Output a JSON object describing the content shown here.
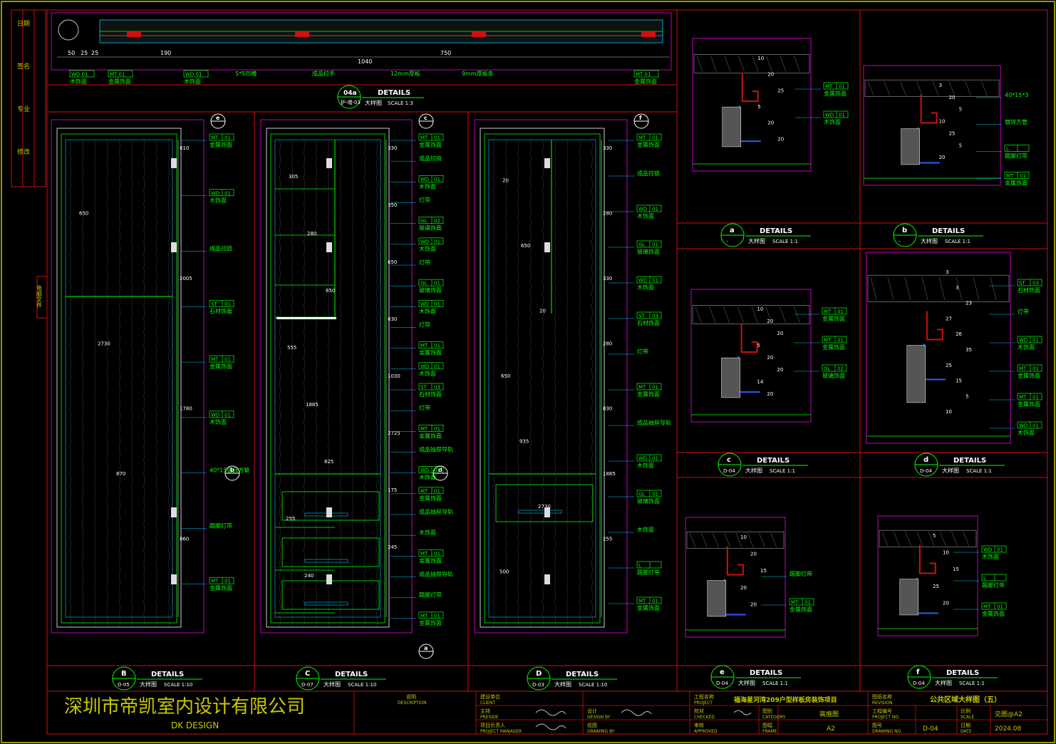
{
  "colors": {
    "frame": "#c8c800",
    "grid": "#d01010",
    "panel": "#c000c0",
    "wood": "#c0c0c0",
    "label": "#00ff00",
    "dim": "#a0ff40",
    "white": "#ffffff",
    "cyan": "#00c8ff",
    "company": "#c8c800"
  },
  "left_strip": [
    "日期",
    "签名",
    "专业",
    "修改"
  ],
  "side_note": "电脑文件",
  "top_plan": {
    "dims": [
      "50",
      "25",
      "25",
      "190",
      "1040",
      "750"
    ],
    "tags": [
      {
        "code": "WD",
        "num": "01",
        "text": "木饰面"
      },
      {
        "code": "MT",
        "num": "01",
        "text": "金属饰面"
      },
      {
        "code": "WD",
        "num": "01",
        "text": "木饰面"
      },
      {
        "code": "MT",
        "num": "01",
        "text": "金属饰面"
      }
    ],
    "notes": [
      "5*5凹槽",
      "成品拉手",
      "12mm厚板",
      "9mm厚板条"
    ],
    "detail_no": "04a",
    "detail_ref": "护-墙-03",
    "detail_title": "DETAILS",
    "detail_sub": "大样图",
    "scale": "SCALE  1:3"
  },
  "elevations": [
    {
      "letter": "B",
      "ref": "D-05",
      "title": "DETAILS",
      "sub": "大样图",
      "scale": "SCALE  1:10",
      "dims": [
        "610",
        "650",
        "2005",
        "2730",
        "1780",
        "870",
        "860"
      ],
      "tags": [
        {
          "code": "MT",
          "num": "01",
          "text": "金属饰面"
        },
        {
          "code": "WD",
          "num": "01",
          "text": "木饰面"
        },
        {
          "code": "",
          "num": "",
          "text": "成品铰链"
        },
        {
          "code": "ST",
          "num": "01",
          "text": "石材饰面"
        },
        {
          "code": "MT",
          "num": "01",
          "text": "金属饰面"
        },
        {
          "code": "WD",
          "num": "01",
          "text": "木饰面"
        },
        {
          "code": "",
          "num": "",
          "text": "40*15镀锌方管"
        },
        {
          "code": "",
          "num": "",
          "text": "踢脚灯带"
        },
        {
          "code": "MT",
          "num": "01",
          "text": "金属饰面"
        }
      ],
      "callouts": [
        "e",
        "b"
      ]
    },
    {
      "letter": "C",
      "ref": "D-07",
      "title": "DETAILS",
      "sub": "大样图",
      "scale": "SCALE  1:10",
      "dims": [
        "330",
        "305",
        "350",
        "280",
        "650",
        "650",
        "630",
        "555",
        "1030",
        "1885",
        "2725",
        "825",
        "175",
        "255",
        "245",
        "240"
      ],
      "tags": [
        {
          "code": "MT",
          "num": "01",
          "text": "金属饰面"
        },
        {
          "code": "",
          "num": "",
          "text": "成品铰链"
        },
        {
          "code": "WD",
          "num": "01",
          "text": "木饰面"
        },
        {
          "code": "",
          "num": "",
          "text": "灯带"
        },
        {
          "code": "GL",
          "num": "02",
          "text": "玻璃饰面"
        },
        {
          "code": "WD",
          "num": "01",
          "text": "木饰面"
        },
        {
          "code": "",
          "num": "",
          "text": "灯带"
        },
        {
          "code": "GL",
          "num": "01",
          "text": "玻璃饰面"
        },
        {
          "code": "WD",
          "num": "01",
          "text": "木饰面"
        },
        {
          "code": "",
          "num": "",
          "text": "灯带"
        },
        {
          "code": "MT",
          "num": "01",
          "text": "金属饰面"
        },
        {
          "code": "WD",
          "num": "01",
          "text": "木饰面"
        },
        {
          "code": "ST",
          "num": "03",
          "text": "石材饰面"
        },
        {
          "code": "",
          "num": "",
          "text": "灯带"
        },
        {
          "code": "MT",
          "num": "01",
          "text": "金属饰面"
        },
        {
          "code": "",
          "num": "",
          "text": "成品抽屉导轨"
        },
        {
          "code": "WD",
          "num": "01",
          "text": "木饰面"
        },
        {
          "code": "MT",
          "num": "01",
          "text": "金属饰面"
        },
        {
          "code": "",
          "num": "",
          "text": "成品抽屉导轨"
        },
        {
          "code": "",
          "num": "",
          "text": "木饰面"
        },
        {
          "code": "MT",
          "num": "01",
          "text": "金属饰面"
        },
        {
          "code": "",
          "num": "",
          "text": "成品抽屉导轨"
        },
        {
          "code": "",
          "num": "",
          "text": "踢脚灯带"
        },
        {
          "code": "MT",
          "num": "01",
          "text": "金属饰面"
        }
      ],
      "callouts": [
        "c",
        "d",
        "a"
      ]
    },
    {
      "letter": "D",
      "ref": "D-03",
      "title": "DETAILS",
      "sub": "大样图",
      "scale": "SCALE  1:10",
      "dims": [
        "330",
        "20",
        "280",
        "650",
        "330",
        "20",
        "280",
        "650",
        "830",
        "935",
        "1885",
        "2730",
        "255",
        "500"
      ],
      "tags": [
        {
          "code": "MT",
          "num": "01",
          "text": "金属饰面"
        },
        {
          "code": "",
          "num": "",
          "text": "成品铰链"
        },
        {
          "code": "WD",
          "num": "01",
          "text": "木饰面"
        },
        {
          "code": "GL",
          "num": "01",
          "text": "玻璃饰面"
        },
        {
          "code": "WD",
          "num": "01",
          "text": "木饰面"
        },
        {
          "code": "ST",
          "num": "03",
          "text": "石材饰面"
        },
        {
          "code": "",
          "num": "",
          "text": "灯带"
        },
        {
          "code": "MT",
          "num": "01",
          "text": "金属饰面"
        },
        {
          "code": "",
          "num": "",
          "text": "成品抽屉导轨"
        },
        {
          "code": "WD",
          "num": "01",
          "text": "木饰面"
        },
        {
          "code": "GL",
          "num": "01",
          "text": "玻璃饰面"
        },
        {
          "code": "",
          "num": "",
          "text": "木饰面"
        },
        {
          "code": "L",
          "num": "",
          "text": "踢脚灯带"
        },
        {
          "code": "MT",
          "num": "01",
          "text": "金属饰面"
        }
      ],
      "callouts": [
        "f"
      ]
    }
  ],
  "details": [
    {
      "letter": "a",
      "ref": "-",
      "title": "DETAILS",
      "sub": "大样图",
      "scale": "SCALE  1:1",
      "dims": [
        "10",
        "20",
        "25",
        "5",
        "20",
        "20"
      ],
      "tags": [
        {
          "code": "MT",
          "num": "01",
          "text": "金属饰面"
        },
        {
          "code": "WD",
          "num": "01",
          "text": "木饰面"
        }
      ]
    },
    {
      "letter": "b",
      "ref": "-",
      "title": "DETAILS",
      "sub": "大样图",
      "scale": "SCALE  1:1",
      "dims": [
        "3",
        "20",
        "5",
        "10",
        "25",
        "5",
        "20"
      ],
      "tags": [
        {
          "code": "",
          "num": "",
          "text": "40*15*3"
        },
        {
          "code": "",
          "num": "",
          "text": "镀锌方管"
        },
        {
          "code": "L",
          "num": "",
          "text": "踢脚灯带"
        },
        {
          "code": "MT",
          "num": "01",
          "text": "金属饰面"
        }
      ]
    },
    {
      "letter": "c",
      "ref": "D-04",
      "title": "DETAILS",
      "sub": "大样图",
      "scale": "SCALE  1:1",
      "dims": [
        "10",
        "20",
        "20",
        "5",
        "20",
        "20",
        "14",
        "20"
      ],
      "tags": [
        {
          "code": "MT",
          "num": "01",
          "text": "金属饰面"
        },
        {
          "code": "MT",
          "num": "01",
          "text": "金属饰面"
        },
        {
          "code": "GL",
          "num": "02",
          "text": "玻璃饰面"
        }
      ]
    },
    {
      "letter": "d",
      "ref": "D-04",
      "title": "DETAILS",
      "sub": "大样图",
      "scale": "SCALE  1:1",
      "dims": [
        "3",
        "3",
        "23",
        "27",
        "26",
        "35",
        "25",
        "15",
        "5",
        "10"
      ],
      "tags": [
        {
          "code": "ST",
          "num": "03",
          "text": "石材饰面"
        },
        {
          "code": "",
          "num": "",
          "text": "灯带"
        },
        {
          "code": "WD",
          "num": "01",
          "text": "木饰面"
        },
        {
          "code": "MT",
          "num": "01",
          "text": "金属饰面"
        },
        {
          "code": "MT",
          "num": "01",
          "text": "金属饰面"
        },
        {
          "code": "WD",
          "num": "01",
          "text": "木饰面"
        }
      ]
    },
    {
      "letter": "e",
      "ref": "D-04",
      "title": "DETAILS",
      "sub": "大样图",
      "scale": "SCALE  1:1",
      "dims": [
        "10",
        "20",
        "15",
        "20",
        "20"
      ],
      "tags": [
        {
          "code": "",
          "num": "",
          "text": "踢脚灯带"
        },
        {
          "code": "MT",
          "num": "01",
          "text": "金属饰面"
        }
      ]
    },
    {
      "letter": "f",
      "ref": "D-04",
      "title": "DETAILS",
      "sub": "大样图",
      "scale": "SCALE  1:1",
      "dims": [
        "5",
        "10",
        "15",
        "25",
        "20"
      ],
      "tags": [
        {
          "code": "WD",
          "num": "01",
          "text": "木饰面"
        },
        {
          "code": "L",
          "num": "",
          "text": "踢脚灯带"
        },
        {
          "code": "MT",
          "num": "01",
          "text": "金属饰面"
        }
      ]
    }
  ],
  "title_block": {
    "company": "深圳市帝凯室内设计有限公司",
    "brand": "DK    DESIGN",
    "desc_cn": "说明",
    "desc_en": "DESCRIPTION",
    "client_cn": "建设单位",
    "client_en": "CLIENT",
    "president_cn": "主持",
    "president_en": "PRESIDE",
    "manager_cn": "项目负责人",
    "manager_en": "PROJECT MANAGER",
    "design_cn": "设计",
    "design_en": "DESIGN BY",
    "drawing_cn": "绘图",
    "drawing_en": "DRAWING BY",
    "project_cn": "工程名称",
    "project_en": "PROJECT",
    "project_name": "福海星河湾209户型样板房装饰项目",
    "checked_cn": "校对",
    "checked_en": "CHECKED",
    "approved_cn": "审核",
    "approved_en": "APPROVED",
    "category_cn": "图别",
    "category_en": "CATEGORY",
    "category_val": "装施图",
    "frame_cn": "图幅",
    "frame_en": "FRAME",
    "frame_val": "A2",
    "drawing_name_cn": "图纸名称",
    "drawing_name_en": "REVISION",
    "drawing_name": "公共区域大样图（五）",
    "project_no_cn": "工程编号",
    "project_no_en": "PROJECT NO.",
    "drawing_no_cn": "图号",
    "drawing_no_en": "DRAWING NO.",
    "drawing_no": "D-04",
    "scale_cn": "比例",
    "scale_en": "SCALE",
    "scale_val": "见图@A2",
    "date_cn": "日期",
    "date_en": "DATE",
    "date_val": "2024.08"
  }
}
